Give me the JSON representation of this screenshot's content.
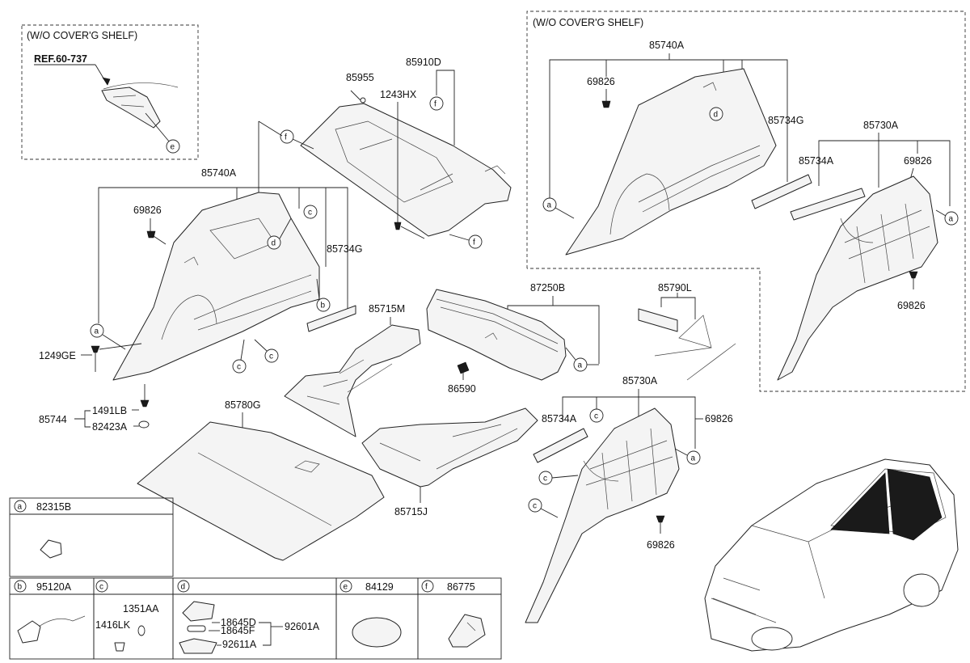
{
  "headers": {
    "without_cover_shelf": "(W/O COVER'G SHELF)"
  },
  "reference": "REF.60-737",
  "callout_letters": [
    "a",
    "b",
    "c",
    "d",
    "e",
    "f"
  ],
  "parts": {
    "p85955": "85955",
    "p85910D": "85910D",
    "p1243HX": "1243HX",
    "p85740A": "85740A",
    "p69826": "69826",
    "p85734G": "85734G",
    "p1249GE": "1249GE",
    "p85744": "85744",
    "p1491LB": "1491LB",
    "p82423A": "82423A",
    "p85780G": "85780G",
    "p85715M": "85715M",
    "p85715J": "85715J",
    "p87250B": "87250B",
    "p86590": "86590",
    "p85790L": "85790L",
    "p85730A": "85730A",
    "p85734A": "85734A"
  },
  "legend": {
    "a": {
      "letter": "a",
      "part": "82315B"
    },
    "b": {
      "letter": "b",
      "part": "95120A"
    },
    "c": {
      "letter": "c",
      "parts": [
        "1351AA",
        "1416LK"
      ]
    },
    "d": {
      "letter": "d",
      "parts": [
        "18645D",
        "18645F",
        "92601A",
        "92611A"
      ]
    },
    "e": {
      "letter": "e",
      "part": "84129"
    },
    "f": {
      "letter": "f",
      "part": "86775"
    }
  }
}
